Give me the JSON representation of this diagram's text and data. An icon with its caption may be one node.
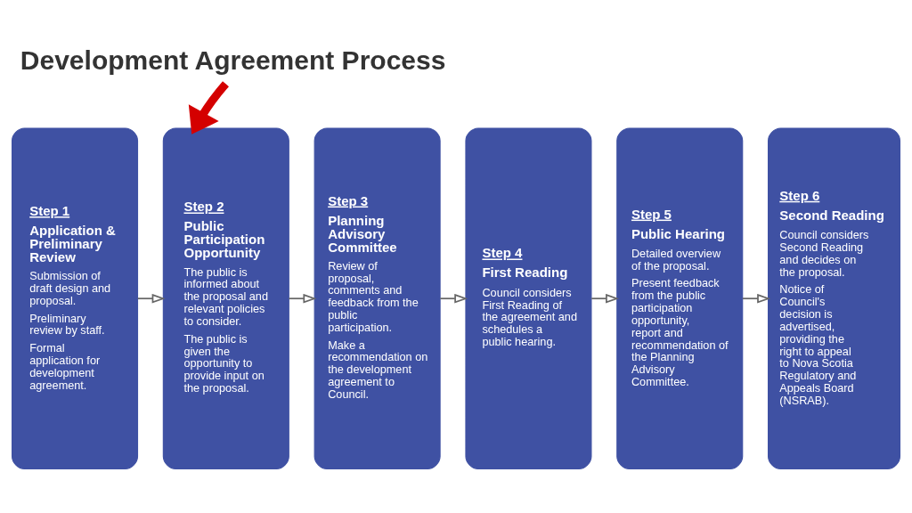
{
  "diagram": {
    "title": "Development Agreement Process",
    "nodes": [
      {
        "text": [
          "Step 1",
          "Application & Preliminary Review",
          "Submission of draft design and proposal.",
          "Preliminary review by staff.",
          "Formal application for development agreement."
        ]
      },
      {
        "text": [
          "Step 2",
          "Public Participation Opportunity",
          "The public is informed about the proposal and relevant policies to consider.",
          "The public is given the opportunity to provide input on the proposal."
        ]
      },
      {
        "text": [
          "Step 3",
          "Planning Advisory Committee",
          "Review of proposal, comments and feedback from the public participation.",
          "Make a recommendation on the development agreement to Council."
        ]
      },
      {
        "text": [
          "Step 4",
          "First Reading",
          "Council considers First Reading of the agreement and schedules a public hearing."
        ]
      },
      {
        "text": [
          "Step 5",
          "Public Hearing",
          "Detailed overview of the proposal.",
          "Present feedback from the public participation opportunity, report and recommendation of the Planning Advisory Committee."
        ]
      },
      {
        "text": [
          "Step 6",
          "Second Reading",
          "Council considers Second Reading and decides on the proposal.",
          "Notice of Council's decision is advertised, providing the right to appeal to Nova Scotia Regulatory and Appeals Board (NSRAB)."
        ]
      }
    ],
    "edges": [
      {
        "from": 0,
        "to": 1,
        "arrow": "to"
      },
      {
        "from": 1,
        "to": 2,
        "arrow": "to"
      },
      {
        "from": 2,
        "to": 3,
        "arrow": "to"
      },
      {
        "from": 3,
        "to": 4,
        "arrow": "to"
      },
      {
        "from": 4,
        "to": 5,
        "arrow": "to"
      },
      {
        "from": null,
        "to": 1,
        "arrow": "to",
        "style": "thick",
        "color": "#d40000"
      }
    ]
  }
}
